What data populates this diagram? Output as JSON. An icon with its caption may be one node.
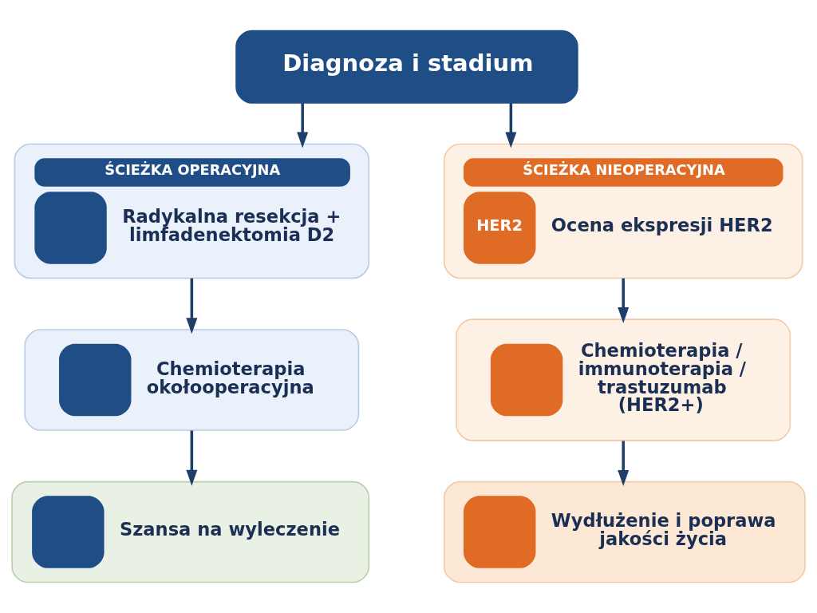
{
  "diagram": {
    "nodes": [
      {
        "text": [
          "Diagnoza i stadium"
        ]
      },
      {
        "text": [
          "ŚCIEŻKA OPERACYJNA",
          "Radykalna resekcja + limfadenektomia D2"
        ]
      },
      {
        "text": [
          "Chemioterapia okołooperacyjna"
        ]
      },
      {
        "text": [
          "Szansa na wyleczenie"
        ]
      },
      {
        "text": [
          "ŚCIEŻKA NIEOPERACYJNA",
          "HER2",
          "Ocena ekspresji HER2"
        ]
      },
      {
        "text": [
          "Chemioterapia / immunoterapia / trastuzumab (HER2+)"
        ]
      },
      {
        "text": [
          "Wydłużenie i poprawa jakości życia"
        ]
      }
    ],
    "edges": [
      {
        "from": 0,
        "to": 1,
        "arrow": "to"
      },
      {
        "from": 0,
        "to": 4,
        "arrow": "to"
      },
      {
        "from": 1,
        "to": 2,
        "arrow": "to"
      },
      {
        "from": 2,
        "to": 3,
        "arrow": "to"
      },
      {
        "from": 4,
        "to": 5,
        "arrow": "to"
      },
      {
        "from": 5,
        "to": 6,
        "arrow": "to"
      }
    ]
  }
}
